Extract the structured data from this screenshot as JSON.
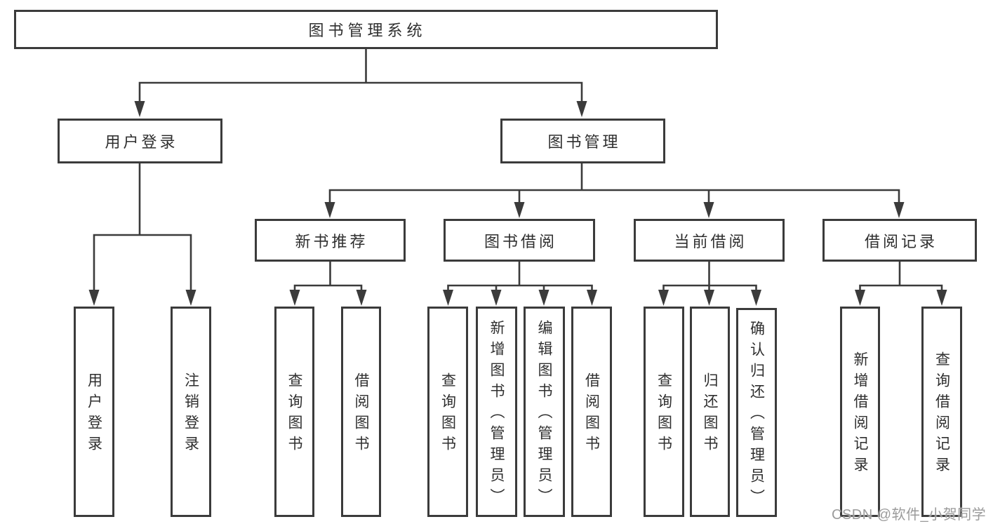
{
  "nodes": {
    "root": "图书管理系统",
    "user_login": "用户登录",
    "book_management": "图书管理",
    "new_book_recommend": "新书推荐",
    "book_borrowing": "图书借阅",
    "current_borrowing": "当前借阅",
    "borrowing_records": "借阅记录",
    "leaf_user_login": "用户登录",
    "leaf_logout_login": "注销登录",
    "leaf_nb_query_books": "查询图书",
    "leaf_nb_borrow_books": "借阅图书",
    "leaf_bb_query_books": "查询图书",
    "leaf_bb_add_books_admin": "新增图书（管理员）",
    "leaf_bb_edit_books_admin": "编辑图书（管理员）",
    "leaf_bb_borrow_books": "借阅图书",
    "leaf_cb_query_books": "查询图书",
    "leaf_cb_return_books": "归还图书",
    "leaf_cb_confirm_return_admin": "确认归还（管理员）",
    "leaf_br_add_record": "新增借阅记录",
    "leaf_br_query_record": "查询借阅记录"
  },
  "watermark": "CSDN @软件_小贺同学",
  "colors": {
    "line": "#3b3b3b",
    "text": "#2f2f2f",
    "watermark": "#9b9b9b",
    "background": "#ffffff"
  }
}
